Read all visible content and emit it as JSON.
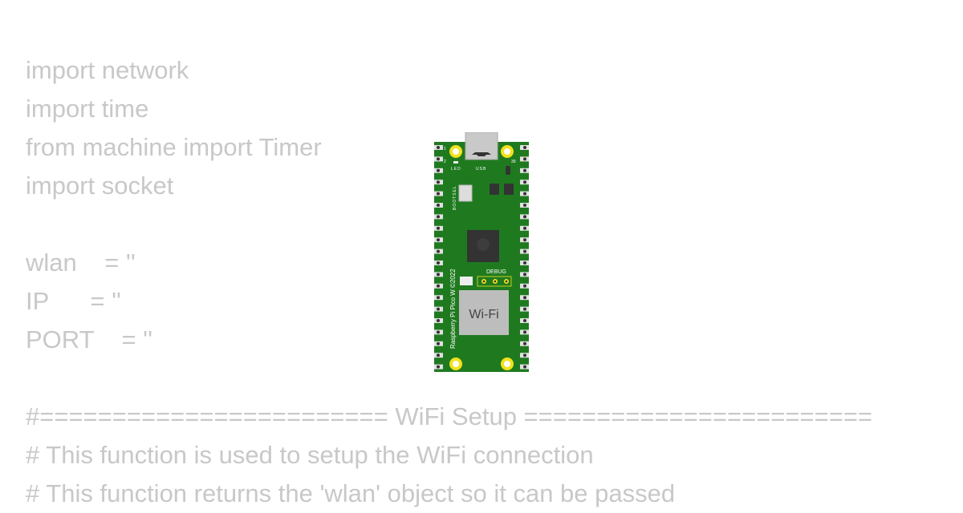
{
  "code_lines": [
    "import network",
    "import time",
    "from machine import Timer",
    "import socket",
    "",
    "wlan    = ''",
    "IP      = ''",
    "PORT    = ''",
    "",
    "#======================== WiFi Setup ========================",
    "# This function is used to setup the WiFi connection",
    "# This function returns the 'wlan' object so it can be passed"
  ],
  "board": {
    "name": "Raspberry Pi Pico W ©2022",
    "wifi_label": "Wi-Fi",
    "debug_label": "DEBUG",
    "led_label": "LED",
    "usb_label": "USB",
    "bootsel_label": "BOOTSEL",
    "pin_1": "1",
    "pin_2": "2",
    "pin_39": "39",
    "colors": {
      "pcb": "#1f7a1f",
      "pad": "#f2e21c",
      "chip": "#333333",
      "wifi_module": "#bdbdbd"
    }
  }
}
